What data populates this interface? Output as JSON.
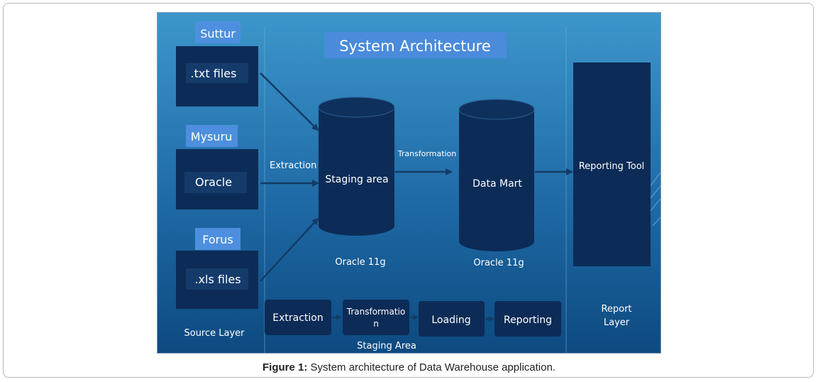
{
  "diagram": {
    "title": "System Architecture",
    "sources": [
      {
        "location": "Suttur",
        "file": ".txt files"
      },
      {
        "location": "Mysuru",
        "file": "Oracle"
      },
      {
        "location": "Forus",
        "file": ".xls files"
      }
    ],
    "extraction_label": "Extraction",
    "transformation_label": "Transformation",
    "staging_label": "Staging area",
    "staging_db_label": "Oracle 11g",
    "datamart_label": "Data Mart",
    "datamart_db_label": "Oracle 11g",
    "reporting_tool_label": "Reporting Tool",
    "source_layer_label": "Source Layer",
    "report_layer_line1": "Report",
    "report_layer_line2": "Layer",
    "pipeline": {
      "steps": [
        {
          "line1": "Extraction",
          "line2": ""
        },
        {
          "line1": "Transformatio",
          "line2": "n"
        },
        {
          "line1": "Loading",
          "line2": ""
        },
        {
          "line1": "Reporting",
          "line2": ""
        }
      ],
      "label": "Staging Area"
    },
    "colors": {
      "bg_top": "#3a95c9",
      "bg_bottom": "#0f4d84",
      "box_dark": "#0c2c57",
      "label_blue": "#4d8fde",
      "text": "#ffffff"
    }
  },
  "caption": {
    "prefix": "Figure 1:",
    "text": " System architecture of Data Warehouse application."
  }
}
